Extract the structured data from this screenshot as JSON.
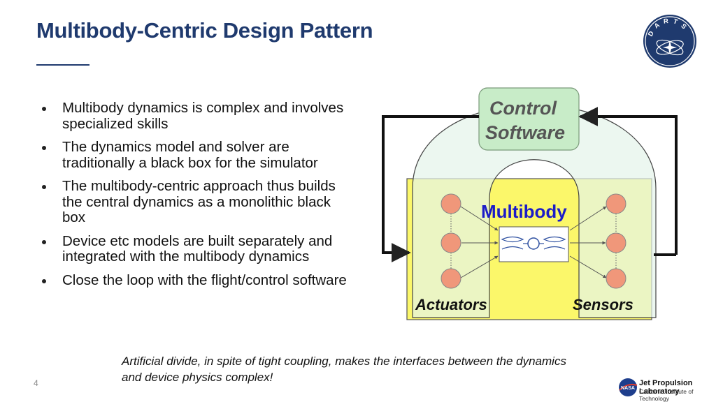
{
  "slide": {
    "title": "Multibody-Centric Design Pattern",
    "page_number": "4"
  },
  "bullets": [
    "Multibody dynamics is complex and involves specialized skills",
    "The dynamics model and solver are traditionally a black box for the simulator",
    "The multibody-centric approach thus builds the central dynamics as a monolithic black box",
    "Device etc models are built separately and integrated with the multibody dynamics",
    "Close the loop with the flight/control software"
  ],
  "note": "Artificial divide, in spite of tight coupling, makes the interfaces between the dynamics and device physics complex!",
  "diagram": {
    "control_line1": "Control",
    "control_line2": "Software",
    "multibody_label": "Multibody",
    "actuators_label": "Actuators",
    "sensors_label": "Sensors"
  },
  "logos": {
    "darts_letters": [
      "D",
      "A",
      "R",
      "T",
      "S"
    ],
    "nasa_text": "NASA",
    "jpl_name": "Jet Propulsion Laboratory",
    "jpl_sub": "California Institute of Technology"
  },
  "colors": {
    "title": "#1f3a6e",
    "multibody_box": "#fbf76a",
    "control_box": "#c8ecc8",
    "u_shape": "#e4f4ea",
    "node_fill": "#f0977a",
    "multibody_text": "#1c1cc8"
  }
}
